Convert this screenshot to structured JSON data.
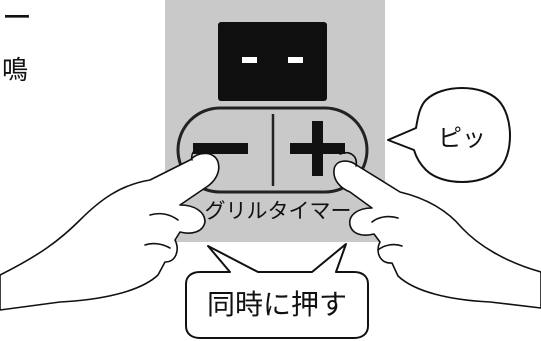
{
  "left_fragments": {
    "top": "ー",
    "bottom": "鳴"
  },
  "display": {
    "value": "- -"
  },
  "controls": {
    "minus_label": "－",
    "plus_label": "＋",
    "group_label": "グリルタイマー"
  },
  "bubbles": {
    "sound": "ピッ",
    "instruction": "同時に押す"
  }
}
